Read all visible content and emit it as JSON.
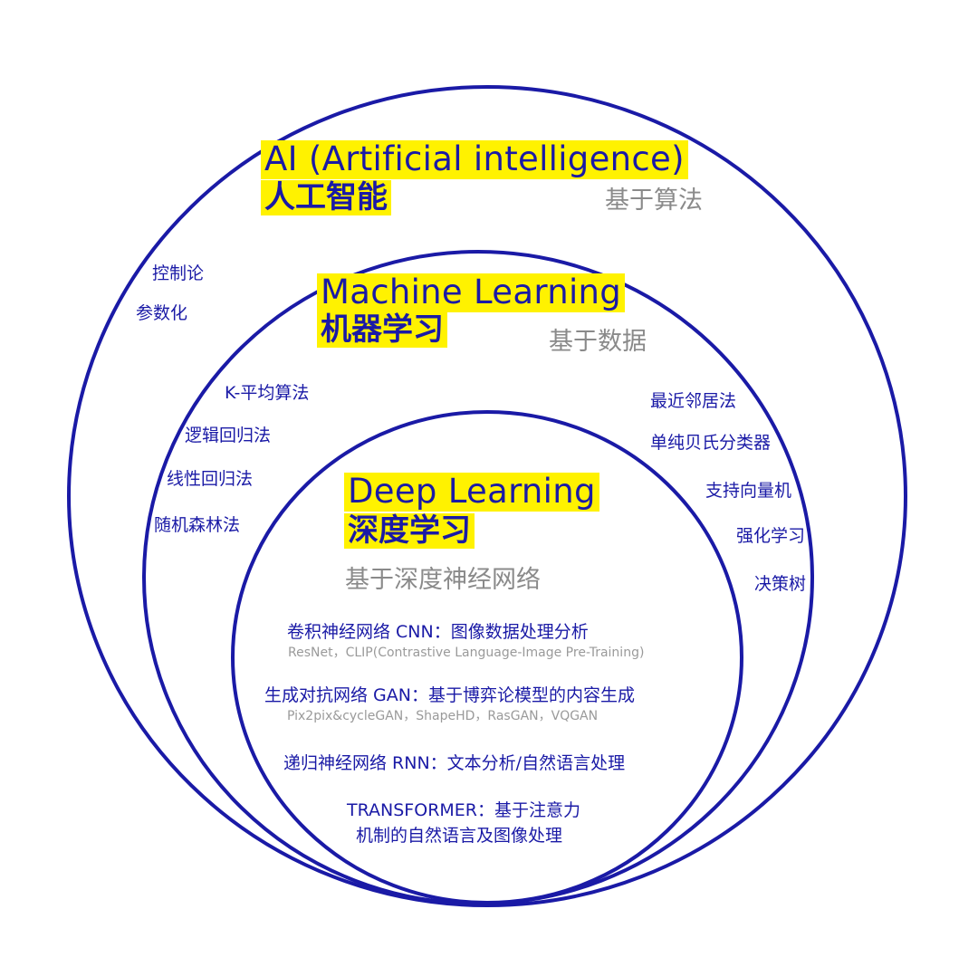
{
  "ai": {
    "title_en": "AI (Artificial intelligence)",
    "title_zh": "人工智能",
    "basis": "基于算法",
    "examples": [
      "控制论",
      "参数化"
    ]
  },
  "ml": {
    "title_en": "Machine Learning",
    "title_zh": "机器学习",
    "basis": "基于数据",
    "left_examples": [
      "K-平均算法",
      "逻辑回归法",
      "线性回归法",
      "随机森林法"
    ],
    "right_examples": [
      "最近邻居法",
      "单纯贝氏分类器",
      "支持向量机",
      "强化学习",
      "决策树"
    ]
  },
  "dl": {
    "title_en": "Deep Learning",
    "title_zh": "深度学习",
    "basis": "基于深度神经网络",
    "items": [
      {
        "head": "卷积神经网络 CNN：图像数据处理分析",
        "sub": "ResNet，CLIP(Contrastive Language-Image Pre-Training)"
      },
      {
        "head": "生成对抗网络 GAN：基于博弈论模型的内容生成",
        "sub": "Pix2pix&cycleGAN，ShapeHD，RasGAN，VQGAN"
      },
      {
        "head": "递归神经网络 RNN：文本分析/自然语言处理",
        "sub": ""
      },
      {
        "head": "TRANSFORMER：基于注意力",
        "sub": ""
      },
      {
        "head": "机制的自然语言及图像处理",
        "sub": ""
      }
    ]
  },
  "colors": {
    "ring": "#1a1aa6",
    "highlight": "#fff200",
    "basis_text": "#8a8a8a"
  }
}
